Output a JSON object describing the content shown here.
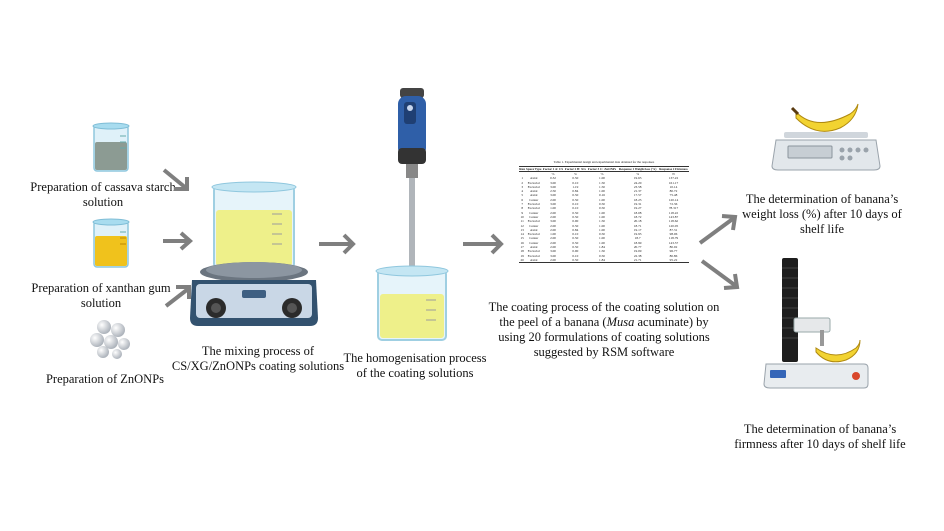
{
  "labels": {
    "cassava": "Preparation of cassava starch solution",
    "xanthan": "Preparation of xanthan gum solution",
    "znonps": "Preparation of ZnONPs",
    "mixing": "The mixing process of CS/XG/ZnONPs coating solutions",
    "homogenisation": "The homogenisation process of the coating solutions",
    "coating_pre": "The coating process of the coating solution on the peel of a banana (",
    "coating_italic": "Musa",
    "coating_post": " acuminate) by using 20 formulations of coating solutions suggested by RSM software",
    "weight_loss": "The determination of banana’s weight loss (%) after 10 days of shelf life",
    "firmness": "The determination of banana’s firmness after 10 days of shelf life"
  },
  "table": {
    "title": "Table 1. Experimental design and experimental data obtained for the responses",
    "headers": [
      "Run",
      "Space Type",
      "Factor 1 A: CS",
      "Factor 2 B: XG",
      "Factor 3 C: ZnONPs",
      "Response 1 Weight loss (%)",
      "Response 2 Firmness"
    ],
    "units": [
      "",
      "",
      "%",
      "%",
      "%",
      "%",
      "N"
    ],
    "rows": [
      [
        "1",
        "Axial",
        "0.32",
        "0.50",
        "1.00",
        "19.63",
        "137.22"
      ],
      [
        "2",
        "Factorial",
        "3.00",
        "0.10",
        "1.50",
        "24.20",
        "161.17"
      ],
      [
        "3",
        "Factorial",
        "3.00",
        "1.19",
        "1.50",
        "23.58",
        "10.14"
      ],
      [
        "4",
        "Axial",
        "2.50",
        "0.84",
        "1.00",
        "21.37",
        "80.72"
      ],
      [
        "5",
        "Axial",
        "3.00",
        "0.50",
        "0.16",
        "17.57",
        "75.48"
      ],
      [
        "6",
        "Center",
        "2.00",
        "0.50",
        "1.00",
        "18.23",
        "120.14"
      ],
      [
        "7",
        "Factorial",
        "3.00",
        "0.10",
        "0.50",
        "19.31",
        "72.36"
      ],
      [
        "8",
        "Factorial",
        "1.00",
        "0.10",
        "0.50",
        "19.27",
        "78.317"
      ],
      [
        "9",
        "Center",
        "2.00",
        "0.50",
        "1.00",
        "18.08",
        "118.22"
      ],
      [
        "10",
        "Center",
        "2.00",
        "0.50",
        "1.00",
        "18.72",
        "143.87"
      ],
      [
        "11",
        "Factorial",
        "3.00",
        "0.90",
        "1.50",
        "20.18",
        "118.62"
      ],
      [
        "12",
        "Center",
        "2.00",
        "0.50",
        "1.00",
        "18.71",
        "120.05"
      ],
      [
        "13",
        "Axial",
        "2.00",
        "0.84",
        "1.00",
        "19.17",
        "87.31"
      ],
      [
        "14",
        "Factorial",
        "1.00",
        "0.10",
        "0.50",
        "19.93",
        "98.06"
      ],
      [
        "15",
        "Center",
        "2.00",
        "0.50",
        "1.00",
        "18.7",
        "118.79"
      ],
      [
        "16",
        "Center",
        "2.00",
        "0.50",
        "1.00",
        "18.99",
        "143.37"
      ],
      [
        "17",
        "Axial",
        "2.00",
        "0.50",
        "1.84",
        "20.77",
        "80.02"
      ],
      [
        "18",
        "Factorial",
        "3.00",
        "0.90",
        "1.50",
        "19.09",
        "96.77"
      ],
      [
        "19",
        "Factorial",
        "3.00",
        "0.10",
        "0.50",
        "22.38",
        "80.86"
      ],
      [
        "20",
        "Axial",
        "2.00",
        "0.50",
        "1.84",
        "21.71",
        "95.22"
      ]
    ]
  },
  "colors": {
    "cassava_liquid": "#8c9b93",
    "xanthan_liquid": "#f0c21c",
    "coating_liquid": "#eef08a",
    "beaker_glass": "#cfe9f5",
    "arrow": "#7f7f7f",
    "mixer_blue": "#2f5fa8",
    "banana": "#f2d331"
  }
}
